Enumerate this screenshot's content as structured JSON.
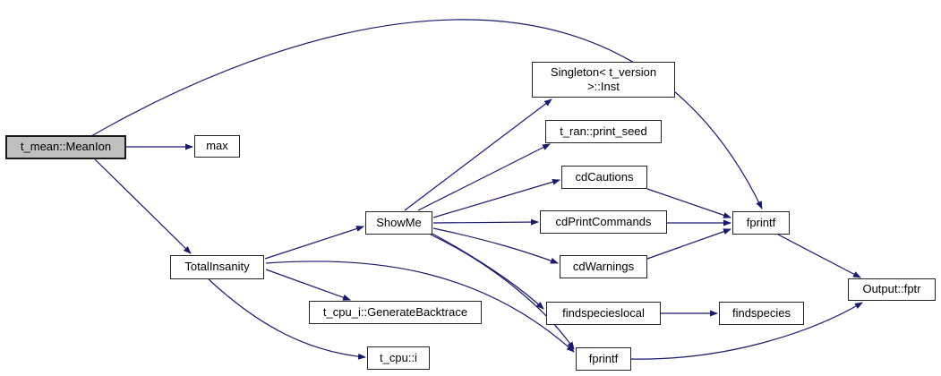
{
  "diagram": {
    "type": "call-graph",
    "edge_color": "#191970",
    "node_border_color": "#242424",
    "highlight_fill": "#bfbfbf",
    "nodes": {
      "meanion": {
        "label": "t_mean::MeanIon",
        "highlighted": true
      },
      "max": {
        "label": "max",
        "highlighted": false
      },
      "totalinsanity": {
        "label": "TotalInsanity",
        "highlighted": false
      },
      "showme": {
        "label": "ShowMe",
        "highlighted": false
      },
      "singleton": {
        "label": "Singleton< t_version >::Inst",
        "line1": "Singleton< t_version",
        "line2": ">::Inst",
        "highlighted": false
      },
      "printseed": {
        "label": "t_ran::print_seed",
        "highlighted": false
      },
      "cdcautions": {
        "label": "cdCautions",
        "highlighted": false
      },
      "cdprintcommands": {
        "label": "cdPrintCommands",
        "highlighted": false
      },
      "cdwarnings": {
        "label": "cdWarnings",
        "highlighted": false
      },
      "findspecieslocal": {
        "label": "findspecieslocal",
        "highlighted": false
      },
      "findspecies": {
        "label": "findspecies",
        "highlighted": false
      },
      "fprintf_top": {
        "label": "fprintf",
        "highlighted": false
      },
      "fprintf_bottom": {
        "label": "fprintf",
        "highlighted": false
      },
      "generatebacktrace": {
        "label": "t_cpu_i::GenerateBacktrace",
        "highlighted": false
      },
      "tcpui": {
        "label": "t_cpu::i",
        "highlighted": false
      },
      "outputfptr": {
        "label": "Output::fptr",
        "highlighted": false
      }
    },
    "edges": [
      {
        "from": "t_mean::MeanIon",
        "to": "max"
      },
      {
        "from": "t_mean::MeanIon",
        "to": "TotalInsanity"
      },
      {
        "from": "t_mean::MeanIon",
        "to": "fprintf (top)"
      },
      {
        "from": "TotalInsanity",
        "to": "ShowMe"
      },
      {
        "from": "TotalInsanity",
        "to": "t_cpu_i::GenerateBacktrace"
      },
      {
        "from": "TotalInsanity",
        "to": "t_cpu::i"
      },
      {
        "from": "TotalInsanity",
        "to": "fprintf (bottom)"
      },
      {
        "from": "ShowMe",
        "to": "Singleton< t_version >::Inst"
      },
      {
        "from": "ShowMe",
        "to": "t_ran::print_seed"
      },
      {
        "from": "ShowMe",
        "to": "cdCautions"
      },
      {
        "from": "ShowMe",
        "to": "cdPrintCommands"
      },
      {
        "from": "ShowMe",
        "to": "cdWarnings"
      },
      {
        "from": "ShowMe",
        "to": "findspecieslocal"
      },
      {
        "from": "ShowMe",
        "to": "fprintf (bottom)"
      },
      {
        "from": "cdCautions",
        "to": "fprintf (top)"
      },
      {
        "from": "cdPrintCommands",
        "to": "fprintf (top)"
      },
      {
        "from": "cdWarnings",
        "to": "fprintf (top)"
      },
      {
        "from": "findspecieslocal",
        "to": "findspecies"
      },
      {
        "from": "fprintf (top)",
        "to": "Output::fptr"
      },
      {
        "from": "fprintf (bottom)",
        "to": "Output::fptr"
      }
    ]
  }
}
